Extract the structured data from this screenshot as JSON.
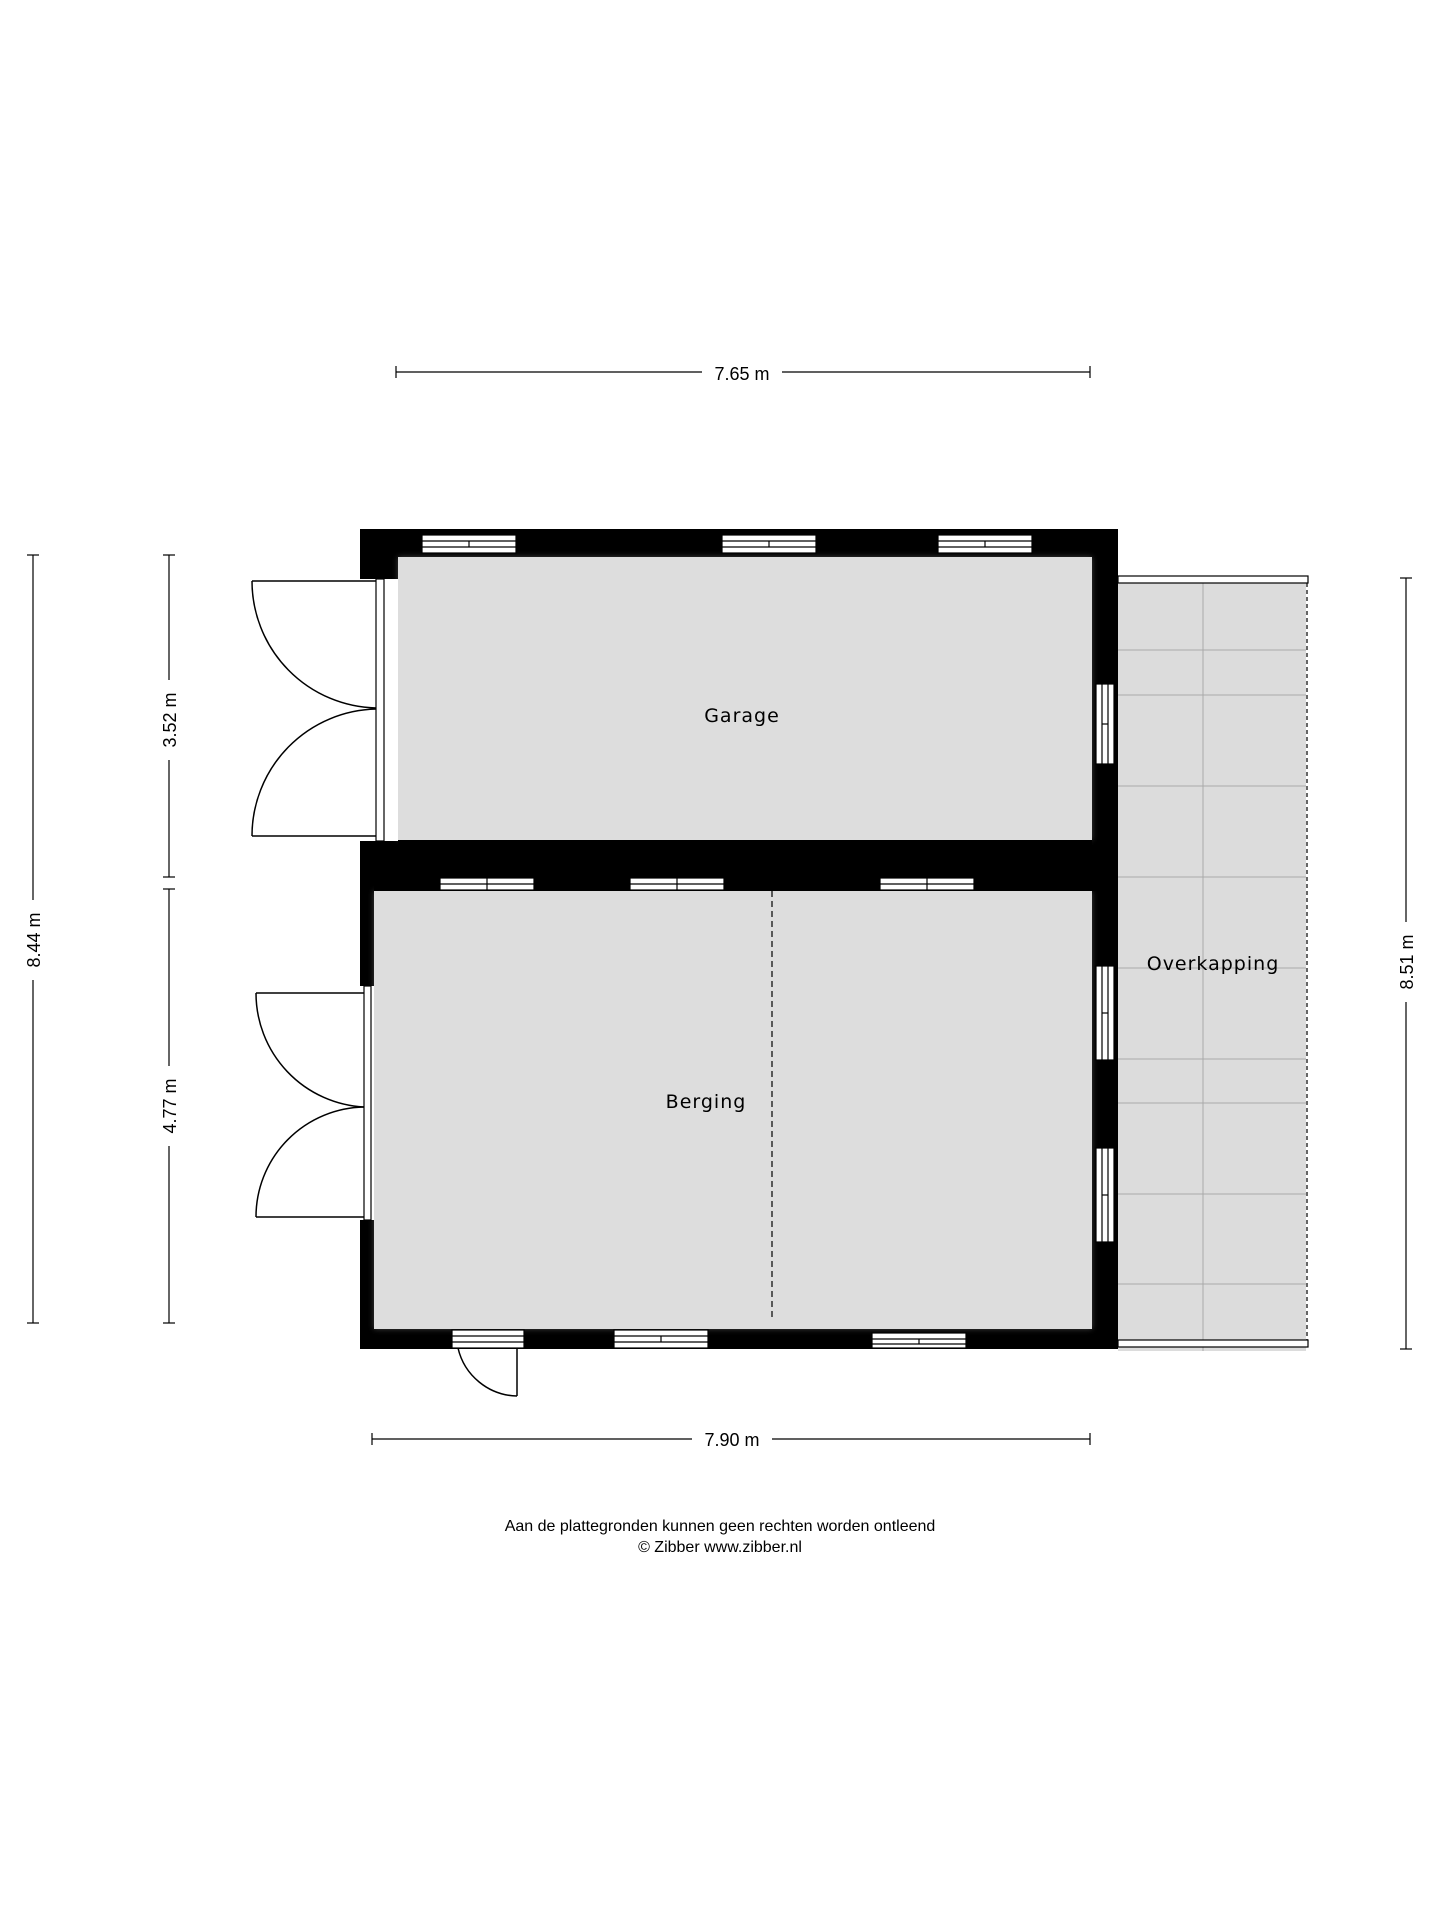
{
  "dimensions": {
    "top_width": "7.65 m",
    "bottom_width": "7.90 m",
    "left_total": "8.44 m",
    "left_upper": "3.52 m",
    "left_lower": "4.77 m",
    "right_total": "8.51 m"
  },
  "rooms": {
    "garage": "Garage",
    "berging": "Berging",
    "overkapping": "Overkapping"
  },
  "footer": {
    "disclaimer": "Aan de plattegronden kunnen geen rechten worden ontleend",
    "copyright": "© Zibber www.zibber.nl"
  },
  "colors": {
    "wall": "#000000",
    "floor": "#dddddd",
    "overkapping_floor": "#dcdcdc",
    "grid_line": "#aaaaaa"
  }
}
